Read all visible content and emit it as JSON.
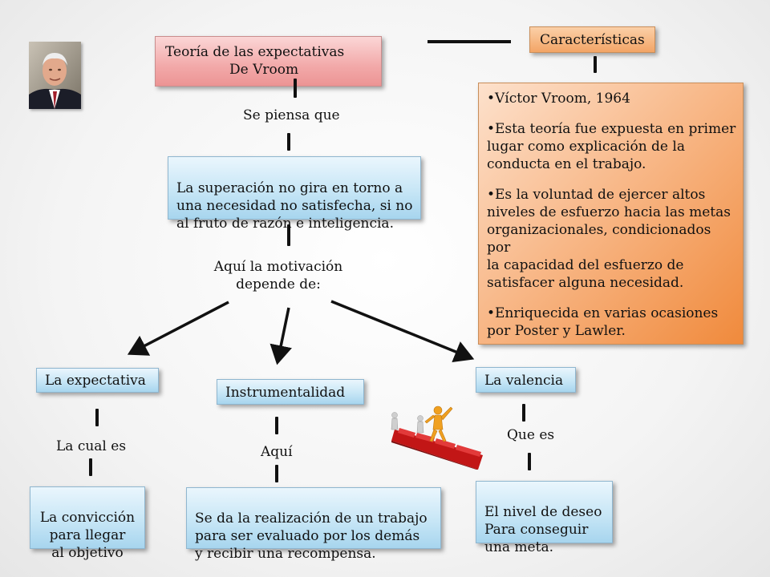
{
  "title": {
    "line1": "Teoría de las expectativas",
    "line2": "De Vroom"
  },
  "characteristics": {
    "header": "Características",
    "bullets": [
      "•Víctor Vroom, 1964",
      "•Esta teoría fue expuesta en primer\nlugar como explicación de la\nconducta en el trabajo.",
      "•Es la voluntad de ejercer altos\nniveles de esfuerzo hacia las metas\norganizacionales, condicionados por\nla capacidad del esfuerzo de\nsatisfacer alguna necesidad.",
      "•Enriquecida en varias ocasiones\npor Poster y Lawler."
    ]
  },
  "flow": {
    "connector1": "Se piensa que",
    "premise": "La superación no gira en torno a\nuna necesidad no satisfecha, si no\nal fruto de razón e inteligencia.",
    "connector2": "Aquí la motivación\ndepende de:"
  },
  "branches": [
    {
      "name": "La expectativa",
      "connector": "La cual es",
      "detail": "La convicción\npara llegar\nal objetivo"
    },
    {
      "name": "Instrumentalidad",
      "connector": "Aquí",
      "detail": "Se da la realización  de un trabajo\npara  ser evaluado por los  demás\ny recibir una recompensa."
    },
    {
      "name": "La valencia",
      "connector": "Que es",
      "detail": "El nivel de deseo\nPara conseguir\nuna meta."
    }
  ],
  "colors": {
    "title_box": "#f2a9a9",
    "characteristics_box": "#f08a3c",
    "content_box": "#c7e6f6",
    "stair_red": "#d81e1e",
    "figure_orange": "#f0a020"
  },
  "images": {
    "portrait": "person-portrait",
    "clipart": "climbing-stairs-figures"
  }
}
